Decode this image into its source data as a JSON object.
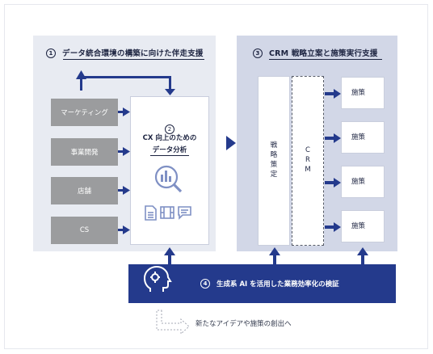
{
  "section1": {
    "num": "1",
    "title": "データ統合環境の構築に向けた伴走支援"
  },
  "section2": {
    "num": "2",
    "title_line1": "CX 向上のための",
    "title_line2": "データ分析"
  },
  "section3": {
    "num": "3",
    "title": "CRM 戦略立案と施策実行支援"
  },
  "section4": {
    "num": "4",
    "title": "生成系 AI を活用した業務効率化の検証"
  },
  "departments": [
    "マーケティング",
    "事業開発",
    "店舗",
    "CS"
  ],
  "strategy_label": "戦\n略\n策\n定",
  "crm_label": "C\nR\nM",
  "measures": [
    "施策",
    "施策",
    "施策",
    "施策"
  ],
  "footer": "新たなアイデアや施策の創出へ",
  "colors": {
    "navy": "#243a8c",
    "gray": "#9b9c9e",
    "panel_left": "#e8ebf2",
    "panel_right": "#d2d7e7"
  },
  "icons": [
    "magnifier-chart-icon",
    "document-icon",
    "film-icon",
    "chat-icon",
    "ai-head-icon"
  ]
}
